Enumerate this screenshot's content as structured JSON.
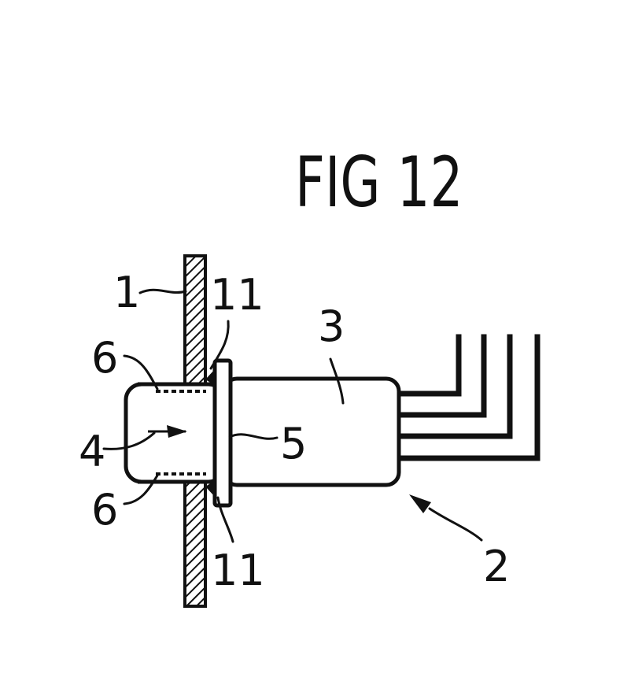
{
  "figure": {
    "title": "FIG 12",
    "labels": {
      "panel": "1",
      "device": "2",
      "housing": "3",
      "plug_portion": "4",
      "flange": "5",
      "detent_upper": "6",
      "detent_lower": "6",
      "seal_upper": "11",
      "seal_lower": "11"
    }
  }
}
